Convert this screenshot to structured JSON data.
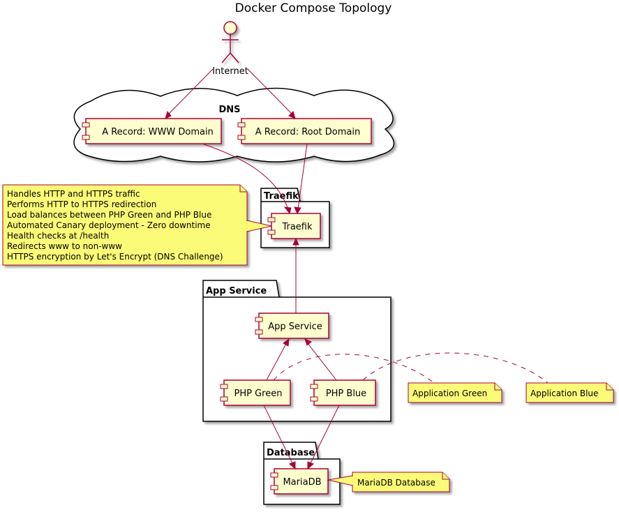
{
  "title": "Docker Compose Topology",
  "actor": {
    "label": "Internet"
  },
  "cloud": {
    "label": "DNS"
  },
  "packages": {
    "traefik": "Traefik",
    "app_service": "App Service",
    "database": "Database"
  },
  "components": {
    "a_www": "A Record: WWW Domain",
    "a_root": "A Record: Root Domain",
    "traefik": "Traefik",
    "app_service": "App Service",
    "php_green": "PHP Green",
    "php_blue": "PHP Blue",
    "mariadb": "MariaDB"
  },
  "notes": {
    "traefik_lines": [
      "Handles HTTP and HTTPS traffic",
      "Performs HTTP to HTTPS redirection",
      "Load balances between PHP Green and PHP Blue",
      "Automated Canary deployment - Zero downtime",
      "Health checks at /health",
      "Redirects www to non-www",
      "HTTPS encryption by Let's Encrypt (DNS Challenge)"
    ],
    "app_green": "Application Green",
    "app_blue": "Application Blue",
    "mariadb": "MariaDB Database"
  },
  "colors": {
    "component_fill": "#FEFECE",
    "border": "#A80036",
    "note_fill": "#FBFB77"
  }
}
